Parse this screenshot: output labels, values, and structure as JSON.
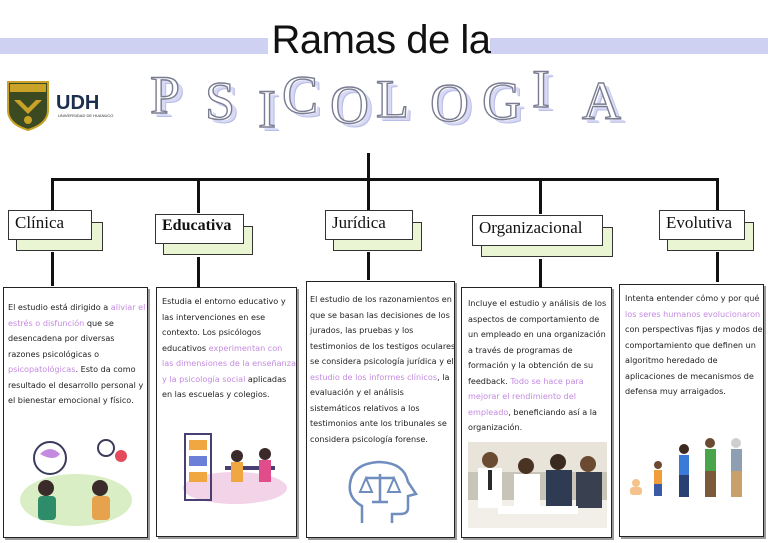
{
  "title": "Ramas de la",
  "big_word_letters": [
    "P",
    "S",
    "I",
    "C",
    "O",
    "L",
    "O",
    "G",
    "I",
    "A"
  ],
  "logo": {
    "text": "UDH",
    "subtext": "UNIVERSIDAD DE HUANUCO"
  },
  "colors": {
    "title_bar": "#cfd1f2",
    "branch_shadow": "#eaf5d3",
    "highlight": "#c48ae0",
    "line": "#111111"
  },
  "branches": [
    {
      "label": "Clínica",
      "parts": [
        {
          "t": "El estudio está dirigido a "
        },
        {
          "t": "aliviar el estrés o disfunción",
          "hl": true
        },
        {
          "t": " que se desencadena por diversas razones psicológicas o "
        },
        {
          "t": "psicopatológicas",
          "hl": true
        },
        {
          "t": ". Esto da como resultado el desarrollo personal y el bienestar emocional y físico."
        }
      ],
      "illustration_icon": "conversation-people-icon"
    },
    {
      "label": "Educativa",
      "parts": [
        {
          "t": "Estudia el entorno educativo y las intervenciones en ese contexto. Los psicólogos educativos "
        },
        {
          "t": "experimentan con las dimensiones de la enseñanza y la psicología social",
          "hl": true
        },
        {
          "t": " aplicadas en las escuelas y colegios."
        }
      ],
      "illustration_icon": "classroom-study-icon"
    },
    {
      "label": "Jurídica",
      "parts": [
        {
          "t": "El estudio de los razonamientos en que se basan las decisiones de los jurados, las pruebas y los testimonios de los testigos oculares se considera psicología jurídica y el "
        },
        {
          "t": "estudio de los informes clínicos",
          "hl": true
        },
        {
          "t": ", la evaluación y el análisis sistemáticos relativos a los testimonios ante los tribunales se considera psicología forense."
        }
      ],
      "illustration_icon": "head-scales-icon"
    },
    {
      "label": "Organizacional",
      "parts": [
        {
          "t": "Incluye el estudio y análisis de los aspectos de comportamiento de un empleado en una organización a través de programas de formación y la obtención de su feedback. "
        },
        {
          "t": "Todo se hace para mejorar el rendimiento del empleado",
          "hl": true
        },
        {
          "t": ", beneficiando así a la organización."
        }
      ],
      "illustration_icon": "business-team-icon"
    },
    {
      "label": "Evolutiva",
      "parts": [
        {
          "t": "Intenta entender cómo y por qué "
        },
        {
          "t": "los seres humanos evolucionaron",
          "hl": true
        },
        {
          "t": " con perspectivas fijas y modos de comportamiento que definen un algoritmo heredado de aplicaciones de mecanismos de defensa muy arraigados."
        }
      ],
      "illustration_icon": "human-evolution-icon"
    }
  ]
}
